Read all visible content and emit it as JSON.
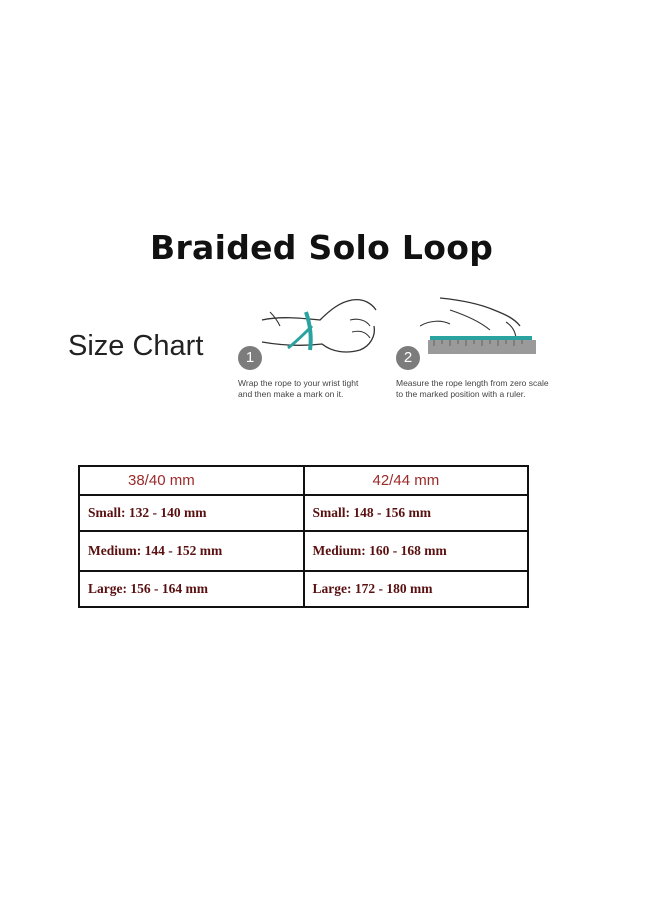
{
  "header": {
    "title": "Braided Solo Loop",
    "subtitle": "Size Chart"
  },
  "steps": [
    {
      "number": "1",
      "caption_line1": "Wrap the rope to your wrist tight",
      "caption_line2": "and then make a mark on it.",
      "icon": "wrist-wrap-illustration"
    },
    {
      "number": "2",
      "caption_line1": "Measure the rope length from zero scale",
      "caption_line2": "to the marked position with a ruler.",
      "icon": "ruler-measure-illustration"
    }
  ],
  "size_table": {
    "headers": [
      "38/40 mm",
      "42/44 mm"
    ],
    "rows": [
      [
        "Small: 132 - 140 mm",
        "Small: 148 - 156 mm"
      ],
      [
        "Medium: 144 - 152 mm",
        "Medium: 160 - 168 mm"
      ],
      [
        "Large: 156 - 164 mm",
        "Large: 172 - 180 mm"
      ]
    ]
  },
  "colors": {
    "accent_teal": "#2aa3a0",
    "header_red": "#9b2a2a",
    "cell_text": "#5a1010",
    "step_badge": "#7c7c7c"
  }
}
